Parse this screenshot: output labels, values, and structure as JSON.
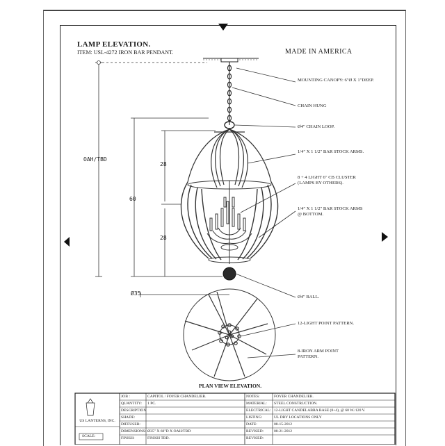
{
  "header": {
    "title": "LAMP ELEVATION.",
    "item_line": "ITEM: USL-4272  IRON BAR PENDANT.",
    "made_in": "MADE IN AMERICA"
  },
  "dimensions": {
    "overall": "OAH/TBD",
    "total_height": "60",
    "upper_height": "28",
    "lower_height": "28",
    "diameter": "Ø35"
  },
  "callouts": {
    "mounting_canopy": "MOUNTING CANOPY: 6\"Ø X 1\"DEEP.",
    "chain_hung": "CHAIN HUNG",
    "chain_loop": "Ø4\" CHAIN LOOP.",
    "bar_stock_arms": "1/4\" X 1 1/2\" BAR STOCK ARMS.",
    "light_cluster": "8 + 4 LIGHT 6\" CB CLUSTER (LAMPS BY OTHERS).",
    "bar_stock_bottom": "1/4\" X 1 1/2\" BAR STOCK ARMS @ BOTTOM.",
    "ball": "Ø4\" BALL.",
    "light_pattern": "12-LIGHT POINT PATTERN.",
    "arm_pattern": "8-IRON ARM POINT PATTERN."
  },
  "plan_view_title": "PLAN VIEW ELEVATION.",
  "title_block": {
    "company": "US LANTERNS, INC.",
    "scale_label": "SCALE:",
    "left_rows": [
      {
        "label": "JOB :",
        "value": "CAPITOL / FOYER CHANDELIER."
      },
      {
        "label": "QUANTITY:",
        "value": "1 PC."
      },
      {
        "label": "DESCRIPTION:",
        "value": ""
      },
      {
        "label": "SHADE:",
        "value": ""
      },
      {
        "label": "DIFFUSER:",
        "value": ""
      },
      {
        "label": "DIMENSIONS:",
        "value": "Ø35\" X 60\"D X OAH/TBD"
      },
      {
        "label": "FINISH:",
        "value": "FINISH TBD."
      }
    ],
    "right_rows": [
      {
        "label": "NOTES:",
        "value": "FOYER CHANDELIER."
      },
      {
        "label": "MATERIAL:",
        "value": "STEEL CONSTRUCTION."
      },
      {
        "label": "ELECTRICAL:",
        "value": "12-LIGHT CANDELABRA BASE (8+4), @ 60 W./120 V."
      },
      {
        "label": "LISTING:",
        "value": "UL DRY LOCATIONS ONLY"
      },
      {
        "label": "DATE:",
        "value": "08-15-2012"
      },
      {
        "label": "REVISED:",
        "value": "08-21-2012"
      },
      {
        "label": "REVISED:",
        "value": ""
      }
    ]
  }
}
